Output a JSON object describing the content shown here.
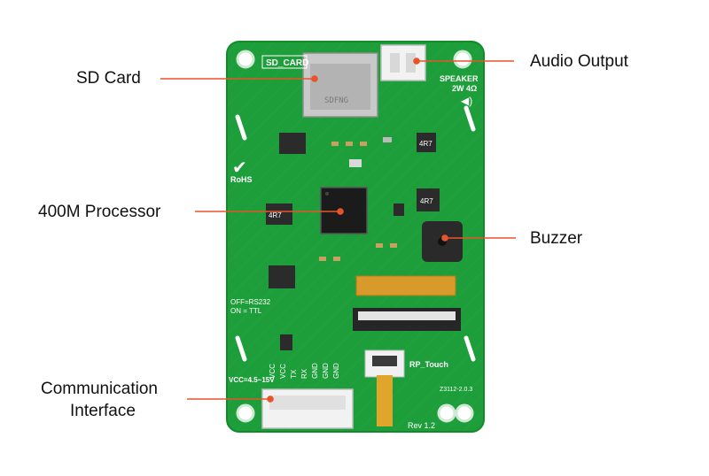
{
  "callouts": {
    "sd_card": "SD Card",
    "audio_output": "Audio Output",
    "processor": "400M Processor",
    "buzzer": "Buzzer",
    "communication_line1": "Communication",
    "communication_line2": "Interface"
  },
  "board_labels": {
    "sd_card": "SD_CARD",
    "speaker": "SPEAKER",
    "speaker_spec": "2W 4Ω",
    "rohs": "RoHS",
    "rp_touch": "RP_Touch",
    "vcc": "VCC=4.5~15V",
    "rev": "Rev 1.2",
    "off_rs232": "OFF=RS232",
    "on_ttl": "ON = TTL",
    "inductor": "4R7",
    "sd_slot_marking": "SDFNG",
    "date_code": "Z3112-2.0.3",
    "pin_labels": [
      "VCC",
      "VCC",
      "TX",
      "RX",
      "GND",
      "GND",
      "GND"
    ]
  },
  "colors": {
    "board": "#1d9e3a",
    "board_dark": "#138a2c",
    "leader_line": "#e8542a",
    "chip": "#1b1b1b",
    "connector": "#f2f2f2",
    "ribbon": "#e0a52a"
  }
}
